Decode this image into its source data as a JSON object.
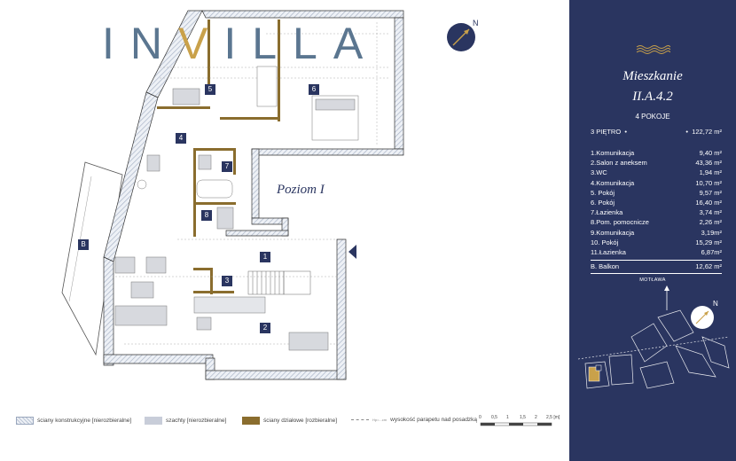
{
  "brand": {
    "logo_text": "INVILLA",
    "colors": {
      "brand_blue": "#5b7690",
      "gold": "#c9a14a",
      "panel_navy": "#2a3560",
      "wall_gold": "#8a6d2e"
    }
  },
  "plan": {
    "level_label": "Poziom I",
    "room_tags": [
      "5",
      "6",
      "4",
      "7",
      "8",
      "1",
      "3",
      "2",
      "B"
    ],
    "compass_icon": "north-arrow-icon"
  },
  "legend": {
    "structural_walls": "ściany konstrukcyjne [nierozbieralne]",
    "shafts": "szachty [nierozbieralne]",
    "partition_walls": "ściany działowe [rozbieralne]",
    "parapet_short": "Hp=...cm",
    "parapet_height": "wysokość parapetu nad posadzką",
    "scale_ticks": [
      "0",
      "0,5",
      "1",
      "1,5",
      "2",
      "2,5 [m]"
    ]
  },
  "panel": {
    "ornament_icon": "wave-ornament-icon",
    "title": "Mieszkanie",
    "code": "II.A.4.2",
    "rooms_count": "4 POKOJE",
    "floor": "3 PIĘTRO",
    "total_area": "122,72 m²",
    "rooms": [
      {
        "name": "1.Komunikacja",
        "area": "9,40 m²"
      },
      {
        "name": "2.Salon z aneksem",
        "area": "43,36 m²"
      },
      {
        "name": "3.WC",
        "area": "1,94 m²"
      },
      {
        "name": "4.Komunikacja",
        "area": "10,70 m²"
      },
      {
        "name": "5. Pokój",
        "area": "9,57 m²"
      },
      {
        "name": "6. Pokój",
        "area": "16,40 m²"
      },
      {
        "name": "7.Łazienka",
        "area": "3,74 m²"
      },
      {
        "name": "8.Pom. pomocnicze",
        "area": "2,26 m²"
      },
      {
        "name": "9.Komunikacja",
        "area": "3,19m²"
      },
      {
        "name": "10. Pokój",
        "area": "15,29 m²"
      },
      {
        "name": "11.Łazienka",
        "area": "6,87m²"
      }
    ],
    "balcony": {
      "name": "B. Balkon",
      "area": "12,62 m²"
    },
    "river_label": "MOTŁAWA"
  }
}
